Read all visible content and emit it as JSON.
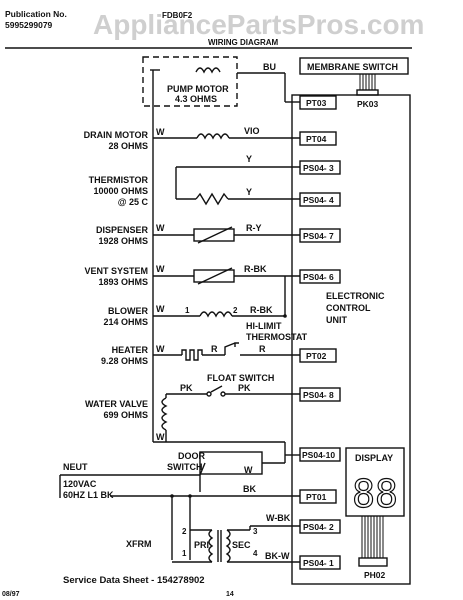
{
  "header": {
    "publication_label": "Publication No.",
    "publication_number": "5995299079",
    "model_fragment": "FDB0F2",
    "watermark": "AppliancePartsPros.com",
    "title": "WIRING DIAGRAM"
  },
  "connectors": {
    "membrane_switch": "MEMBRANE SWITCH",
    "pk03": "PK03",
    "pt03": "PT03",
    "pt04": "PT04",
    "ps04_3": "PS04- 3",
    "ps04_4": "PS04- 4",
    "ps04_7": "PS04- 7",
    "ps04_6": "PS04- 6",
    "pt02": "PT02",
    "ps04_8": "PS04- 8",
    "ps04_10": "PS04-10",
    "pt01": "PT01",
    "ps04_2": "PS04- 2",
    "ps04_1": "PS04- 1",
    "ph02": "PH02",
    "display": "DISPLAY",
    "display_digits": "88",
    "control_unit": [
      "ELECTRONIC",
      "CONTROL",
      "UNIT"
    ]
  },
  "components": {
    "pump_motor": [
      "PUMP MOTOR",
      "4.3 OHMS"
    ],
    "drain_motor": [
      "DRAIN MOTOR",
      "28 OHMS"
    ],
    "thermistor": [
      "THERMISTOR",
      "10000 OHMS",
      "@ 25 C"
    ],
    "dispenser": [
      "DISPENSER",
      "1928 OHMS"
    ],
    "vent_system": [
      "VENT SYSTEM",
      "1893 OHMS"
    ],
    "blower": [
      "BLOWER",
      "214 OHMS"
    ],
    "hi_limit": [
      "HI-LIMIT",
      "THERMOSTAT"
    ],
    "heater": [
      "HEATER",
      "9.28 OHMS"
    ],
    "float_switch": "FLOAT SWITCH",
    "water_valve": [
      "WATER VALVE",
      "699 OHMS"
    ],
    "door_switch": [
      "DOOR",
      "SWITCH"
    ],
    "neut": "NEUT",
    "supply": [
      "120VAC",
      "60HZ L1 BK"
    ],
    "xfrm": "XFRM",
    "pri": "PRI",
    "sec": "SEC"
  },
  "wires": {
    "bu": "BU",
    "w": "W",
    "vio": "VIO",
    "y": "Y",
    "r_y": "R-Y",
    "r_bk": "R-BK",
    "r": "R",
    "pk": "PK",
    "bk": "BK",
    "w_bk": "W-BK",
    "bk_w": "BK-W",
    "n1": "1",
    "n2": "2",
    "n3": "3",
    "n4": "4"
  },
  "footer": {
    "service": "Service Data Sheet - 154278902",
    "date": "08/97",
    "page": "14"
  }
}
